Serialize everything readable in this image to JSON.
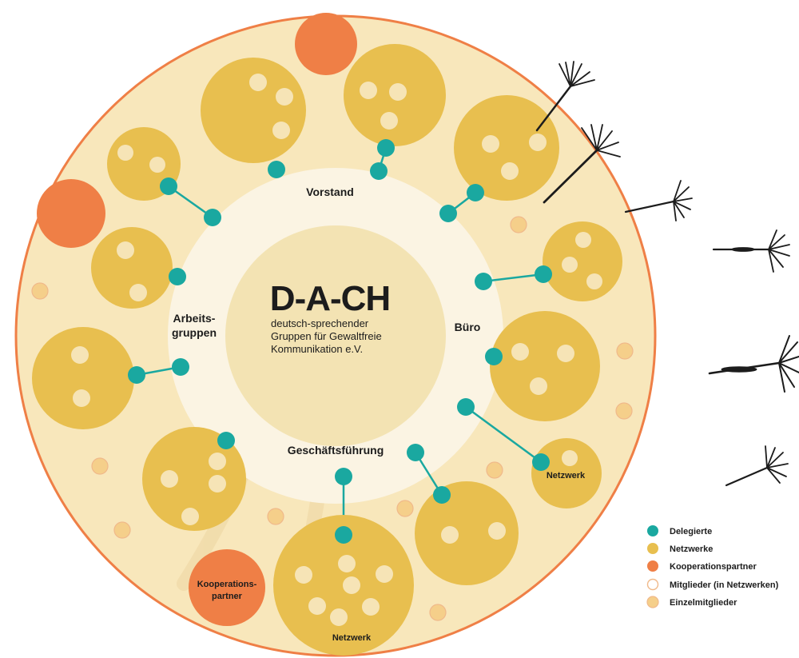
{
  "title": "D-A-CH",
  "subtitle_lines": [
    "deutsch-sprechender",
    "Gruppen für Gewaltfreie",
    "Kommunikation e.V."
  ],
  "roles": {
    "vorstand": "Vorstand",
    "arbeitsgruppen_line1": "Arbeits-",
    "arbeitsgruppen_line2": "gruppen",
    "buero": "Büro",
    "geschaeftsfuehrung": "Geschäftsführung"
  },
  "node_labels": {
    "netzwerk_right": "Netzwerk",
    "netzwerk_bottom": "Netzwerk",
    "kooperationspartner_line1": "Kooperations-",
    "kooperationspartner_line2": "partner"
  },
  "legend": [
    {
      "label": "Delegierte",
      "color": "#1aa8a0",
      "style": "filled"
    },
    {
      "label": "Netzwerke",
      "color": "#e8bf4f",
      "style": "filled"
    },
    {
      "label": "Kooperationspartner",
      "color": "#ef7f46",
      "style": "filled"
    },
    {
      "label": "Mitglieder (in Netzwerken)",
      "color": "#f6e4b6",
      "style": "outline"
    },
    {
      "label": "Einzelmitglieder",
      "color": "#f5cf8a",
      "style": "filled"
    }
  ],
  "colors": {
    "outer_fill": "#f8e7bb",
    "outer_stroke": "#ef7f46",
    "inner_ring": "#fbf4e3",
    "core": "#f3e3b3",
    "network": "#e8bf4f",
    "member": "#f6e4b6",
    "delegate": "#1aa8a0",
    "partner": "#ef7f46",
    "individual": "#f5cf8a",
    "dandelion": "#1c1c1c"
  }
}
